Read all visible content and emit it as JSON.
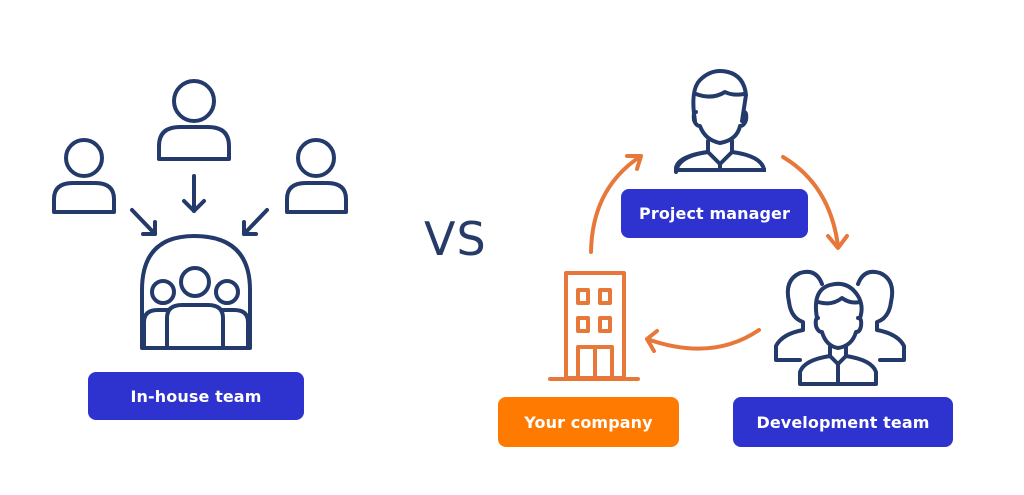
{
  "colors": {
    "navy": "#233a6b",
    "orange": "#e8783a",
    "label_blue": "#2e32cf",
    "label_orange": "#ff7a00",
    "label_text": "#ffffff"
  },
  "left": {
    "label": "In-house team",
    "icons": [
      "person-icon",
      "person-icon",
      "person-icon",
      "arrow-down-right-icon",
      "arrow-down-icon",
      "arrow-down-left-icon",
      "team-dome-icon"
    ]
  },
  "divider": {
    "text": "VS"
  },
  "right": {
    "nodes": [
      {
        "id": "pm",
        "label": "Project manager",
        "icon": "manager-icon"
      },
      {
        "id": "dev",
        "label": "Development team",
        "icon": "team-icon"
      },
      {
        "id": "company",
        "label": "Your company",
        "icon": "building-icon"
      }
    ],
    "cycle_arrows": [
      "company-to-pm",
      "pm-to-dev",
      "dev-to-company"
    ]
  }
}
